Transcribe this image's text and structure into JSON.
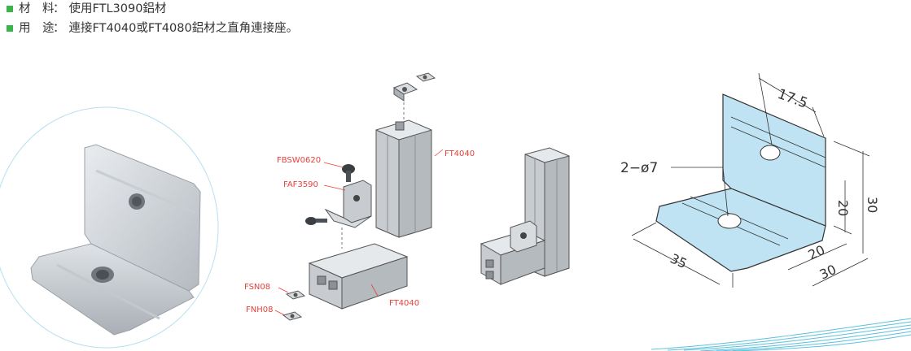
{
  "specs": {
    "material": {
      "label": "材　料",
      "value": "使用FTL3090鋁材"
    },
    "usage": {
      "label": "用　途",
      "value": "連接FT4040或FT4080鋁材之直角連接座。"
    }
  },
  "parts": {
    "fbsw": "FBSW0620",
    "faf": "FAF3590",
    "ft_top": "FT4040",
    "ft_bottom": "FT4040",
    "fsn": "FSN08",
    "fnh": "FNH08"
  },
  "dims": {
    "holes": "2−ø7",
    "d175": "17.5",
    "d20v": "20",
    "d30v": "30",
    "d35": "35",
    "d20h": "20",
    "d30h": "30"
  },
  "colors": {
    "bullet": "#39b54a",
    "label_red": "#e8403a",
    "drawing_fill": "#bfe3f2",
    "accent": "#5bc0de"
  }
}
